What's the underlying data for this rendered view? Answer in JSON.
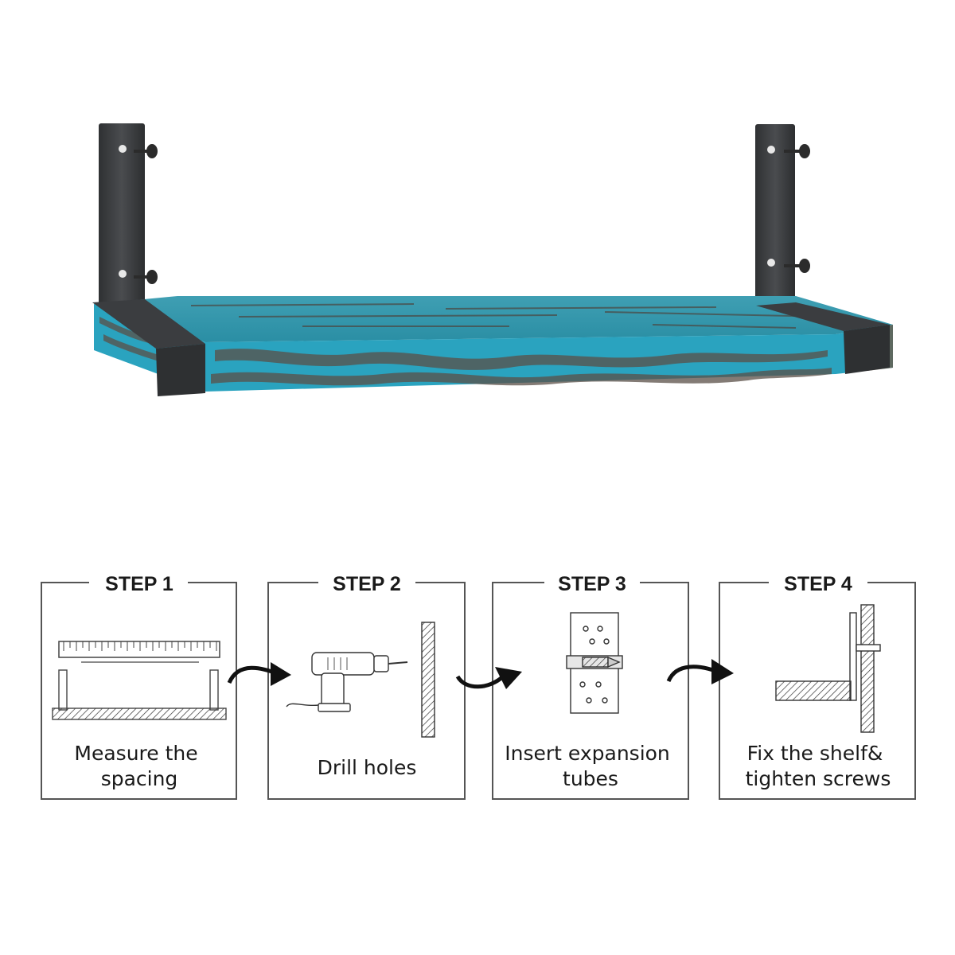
{
  "colors": {
    "wood_turquoise": "#2aa3bf",
    "wood_dark": "#5a5048",
    "bracket": "#3a3c3e",
    "frame_border": "#555555",
    "text": "#1a1a1a"
  },
  "steps": [
    {
      "title": "STEP 1",
      "lines": [
        "Measure the",
        "spacing"
      ],
      "icon": "measure-spacing-illustration"
    },
    {
      "title": "STEP 2",
      "lines": [
        "Drill holes"
      ],
      "icon": "drill-illustration"
    },
    {
      "title": "STEP 3",
      "lines": [
        "Insert expansion",
        "tubes"
      ],
      "icon": "expansion-tube-illustration"
    },
    {
      "title": "STEP 4",
      "lines": [
        "Fix the shelf&",
        "tighten screws"
      ],
      "icon": "shelf-bracket-illustration"
    }
  ]
}
